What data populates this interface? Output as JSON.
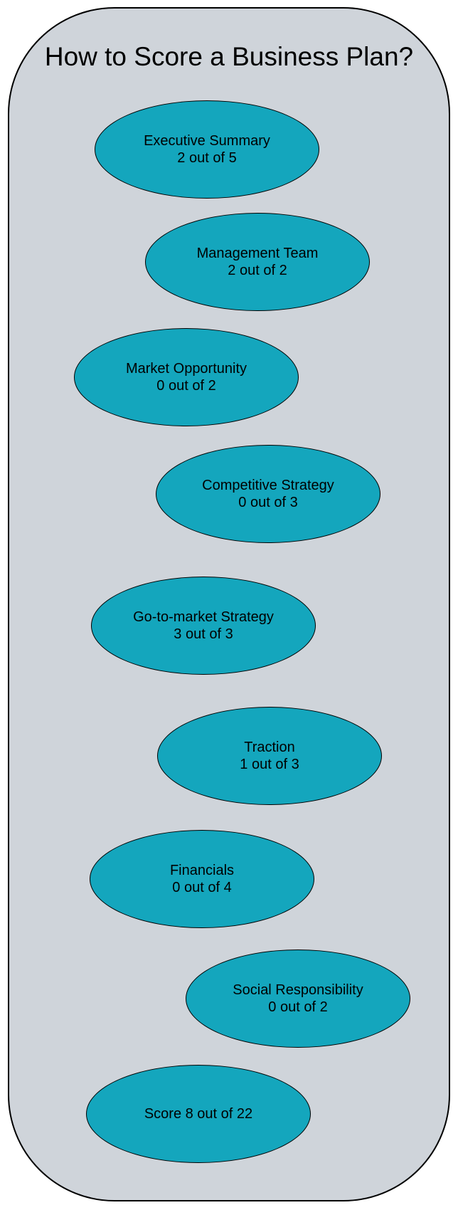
{
  "title": "How to Score a Business Plan?",
  "colors": {
    "panel_fill": "#cfd4da",
    "node_fill": "#14a6bd",
    "stroke": "#000000"
  },
  "nodes": [
    {
      "label": "Executive Summary",
      "value": "2 out of 5",
      "score": 2,
      "max": 5
    },
    {
      "label": "Management Team",
      "value": "2 out of 2",
      "score": 2,
      "max": 2
    },
    {
      "label": "Market Opportunity",
      "value": "0 out of 2",
      "score": 0,
      "max": 2
    },
    {
      "label": "Competitive Strategy",
      "value": "0 out of 3",
      "score": 0,
      "max": 3
    },
    {
      "label": "Go-to-market Strategy",
      "value": "3 out of 3",
      "score": 3,
      "max": 3
    },
    {
      "label": "Traction",
      "value": "1 out of 3",
      "score": 1,
      "max": 3
    },
    {
      "label": "Financials",
      "value": "0 out of 4",
      "score": 0,
      "max": 4
    },
    {
      "label": "Social Responsibility",
      "value": "0 out of 2",
      "score": 0,
      "max": 2
    }
  ],
  "total": {
    "label": "Score 8 out of 22",
    "score": 8,
    "max": 22
  }
}
